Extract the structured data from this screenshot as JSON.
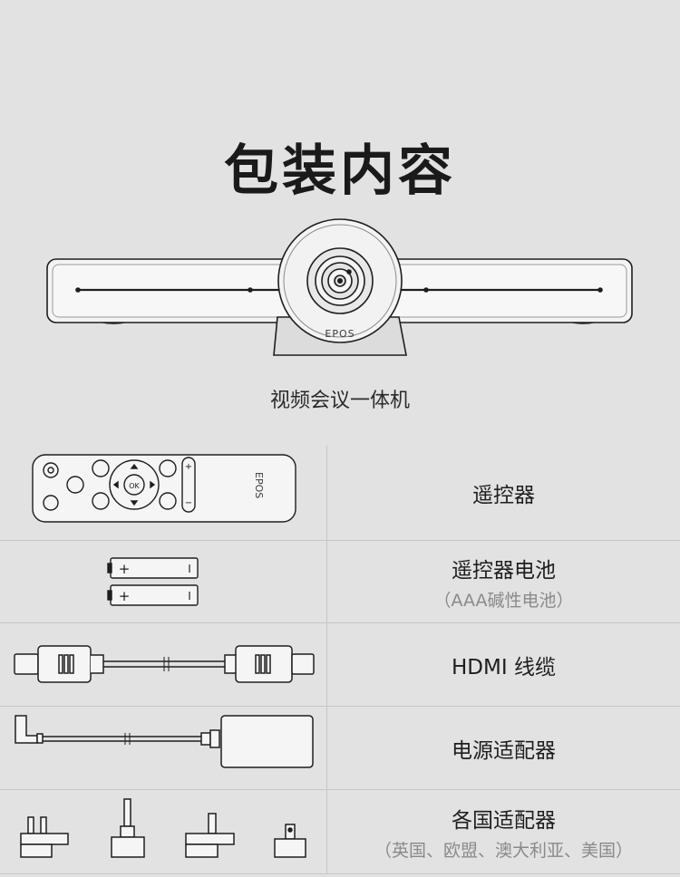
{
  "page": {
    "title": "包装内容",
    "hero": {
      "caption": "视频会议一体机",
      "brand": "EPOS"
    },
    "items": [
      {
        "label": "遥控器",
        "sub": "",
        "icon": "remote-control-icon",
        "brand": "EPOS",
        "ok": "OK"
      },
      {
        "label": "遥控器电池",
        "sub": "（AAA碱性电池）",
        "icon": "battery-icon",
        "plus": "+",
        "minus": "I"
      },
      {
        "label": "HDMI 线缆",
        "sub": "",
        "icon": "hdmi-cable-icon"
      },
      {
        "label": "电源适配器",
        "sub": "",
        "icon": "power-adapter-icon"
      },
      {
        "label": "各国适配器",
        "sub": "（英国、欧盟、澳大利亚、美国）",
        "icon": "plug-adapters-icon"
      }
    ]
  }
}
